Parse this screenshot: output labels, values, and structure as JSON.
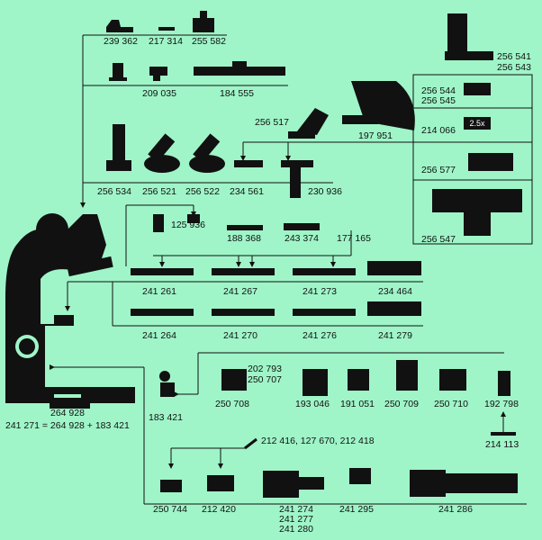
{
  "title": "",
  "accessory_badge": "2.5x",
  "parts": [
    {
      "id": "p239362",
      "label": "239 362"
    },
    {
      "id": "p217314",
      "label": "217 314"
    },
    {
      "id": "p255582",
      "label": "255 582"
    },
    {
      "id": "p209035",
      "label": "209 035"
    },
    {
      "id": "p184555",
      "label": "184 555"
    },
    {
      "id": "p256541",
      "label": "256 541"
    },
    {
      "id": "p256543",
      "label": "256 543"
    },
    {
      "id": "p256544",
      "label": "256 544"
    },
    {
      "id": "p256545",
      "label": "256 545"
    },
    {
      "id": "p214066",
      "label": "214 066"
    },
    {
      "id": "p256577",
      "label": "256 577"
    },
    {
      "id": "p256547",
      "label": "256 547"
    },
    {
      "id": "p256517",
      "label": "256 517"
    },
    {
      "id": "p197951",
      "label": "197 951"
    },
    {
      "id": "p256534",
      "label": "256 534"
    },
    {
      "id": "p256521",
      "label": "256 521"
    },
    {
      "id": "p256522",
      "label": "256 522"
    },
    {
      "id": "p234561",
      "label": "234 561"
    },
    {
      "id": "p230936",
      "label": "230 936"
    },
    {
      "id": "p125936",
      "label": "125 936"
    },
    {
      "id": "p188368",
      "label": "188 368"
    },
    {
      "id": "p243374",
      "label": "243 374"
    },
    {
      "id": "p177165",
      "label": "177 165"
    },
    {
      "id": "p241261",
      "label": "241 261"
    },
    {
      "id": "p241267",
      "label": "241 267"
    },
    {
      "id": "p241273",
      "label": "241 273"
    },
    {
      "id": "p234464",
      "label": "234 464"
    },
    {
      "id": "p241264",
      "label": "241 264"
    },
    {
      "id": "p241270",
      "label": "241 270"
    },
    {
      "id": "p241276",
      "label": "241 276"
    },
    {
      "id": "p241279",
      "label": "241 279"
    },
    {
      "id": "p264928",
      "label": "264 928"
    },
    {
      "id": "pformula",
      "label": "241 271 = 264 928 + 183 421"
    },
    {
      "id": "p202793",
      "label": "202 793"
    },
    {
      "id": "p250707",
      "label": "250 707"
    },
    {
      "id": "p183421",
      "label": "183 421"
    },
    {
      "id": "p250708",
      "label": "250 708"
    },
    {
      "id": "p193046",
      "label": "193 046"
    },
    {
      "id": "p191051",
      "label": "191 051"
    },
    {
      "id": "p250709",
      "label": "250 709"
    },
    {
      "id": "p250710",
      "label": "250 710"
    },
    {
      "id": "p192798",
      "label": "192 798"
    },
    {
      "id": "p214113",
      "label": "214 113"
    },
    {
      "id": "pmirror",
      "label": "212 416, 127 670, 212 418"
    },
    {
      "id": "p250744",
      "label": "250 744"
    },
    {
      "id": "p212420",
      "label": "212 420"
    },
    {
      "id": "p241274",
      "label": "241 274"
    },
    {
      "id": "p241277",
      "label": "241 277"
    },
    {
      "id": "p241280",
      "label": "241 280"
    },
    {
      "id": "p241295",
      "label": "241 295"
    },
    {
      "id": "p241286",
      "label": "241 286"
    }
  ]
}
